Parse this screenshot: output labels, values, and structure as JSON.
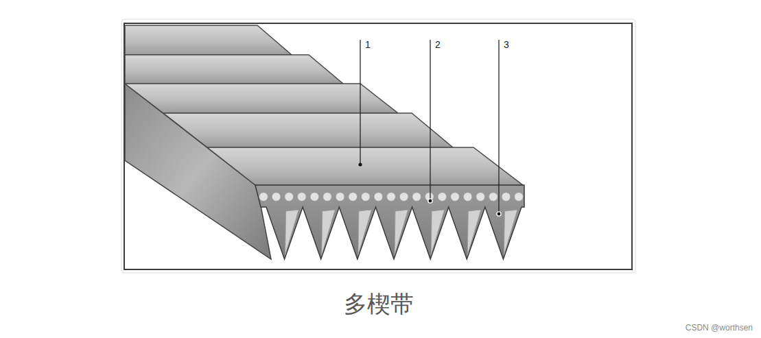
{
  "diagram": {
    "caption": "多楔带",
    "labels": [
      "1",
      "2",
      "3",
      "CSDN @worthsen"
    ]
  }
}
